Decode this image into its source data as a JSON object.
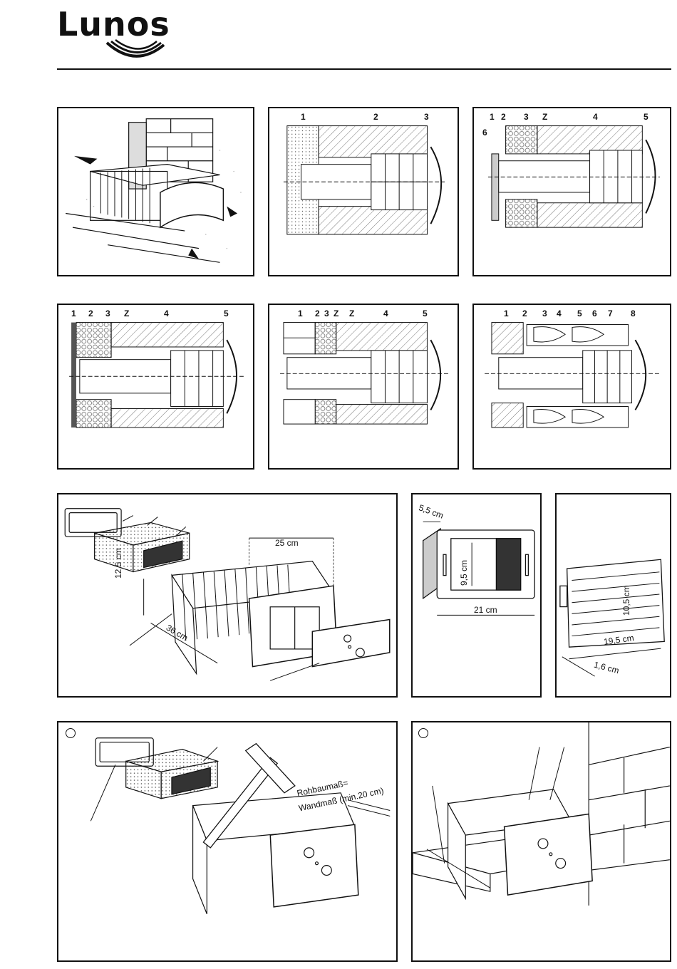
{
  "header": {
    "brand": "Lunos"
  },
  "panels": {
    "p2": {
      "labels": [
        "1",
        "2",
        "3"
      ]
    },
    "p3": {
      "labels": [
        "1",
        "2",
        "3",
        "Z",
        "4",
        "5",
        "6"
      ]
    },
    "p4": {
      "labels": [
        "1",
        "2",
        "3",
        "Z",
        "4",
        "5"
      ]
    },
    "p5": {
      "labels": [
        "1",
        "2",
        "3",
        "Z",
        "Z",
        "4",
        "5"
      ]
    },
    "p6": {
      "labels": [
        "1",
        "2",
        "3",
        "4",
        "5",
        "6",
        "7",
        "8"
      ]
    },
    "p7": {
      "dims": {
        "width": "25 cm",
        "height": "12,5 cm",
        "length": "36 cm"
      }
    },
    "p8": {
      "dims": {
        "depth": "5,5 cm",
        "height": "9,5 cm",
        "width": "21 cm"
      }
    },
    "p9": {
      "dims": {
        "height": "10,5 cm",
        "width": "19,5 cm",
        "depth": "1,6 cm"
      }
    },
    "p10": {
      "note_line1": "Rohbaumaß=",
      "note_line2": "Wandmaß (min.20 cm)"
    }
  }
}
